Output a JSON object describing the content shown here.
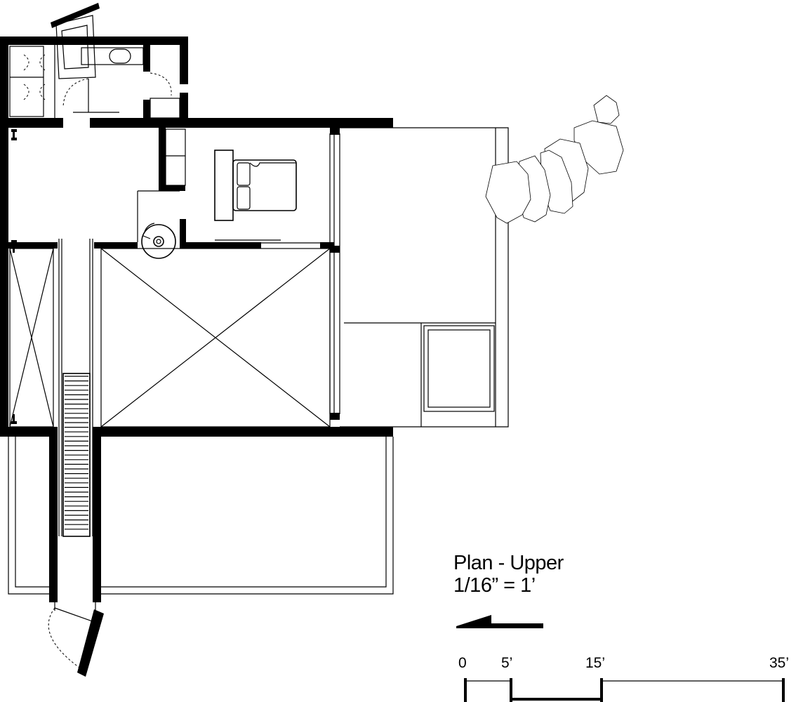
{
  "title": "Plan - Upper",
  "scale_note": "1/16” = 1’",
  "scale_bar": {
    "ticks": [
      "0",
      "5’",
      "15’",
      "35’"
    ],
    "values_ft": [
      0,
      5,
      15,
      35
    ]
  },
  "north_arrow": {
    "icon": "arrow-left-icon"
  }
}
